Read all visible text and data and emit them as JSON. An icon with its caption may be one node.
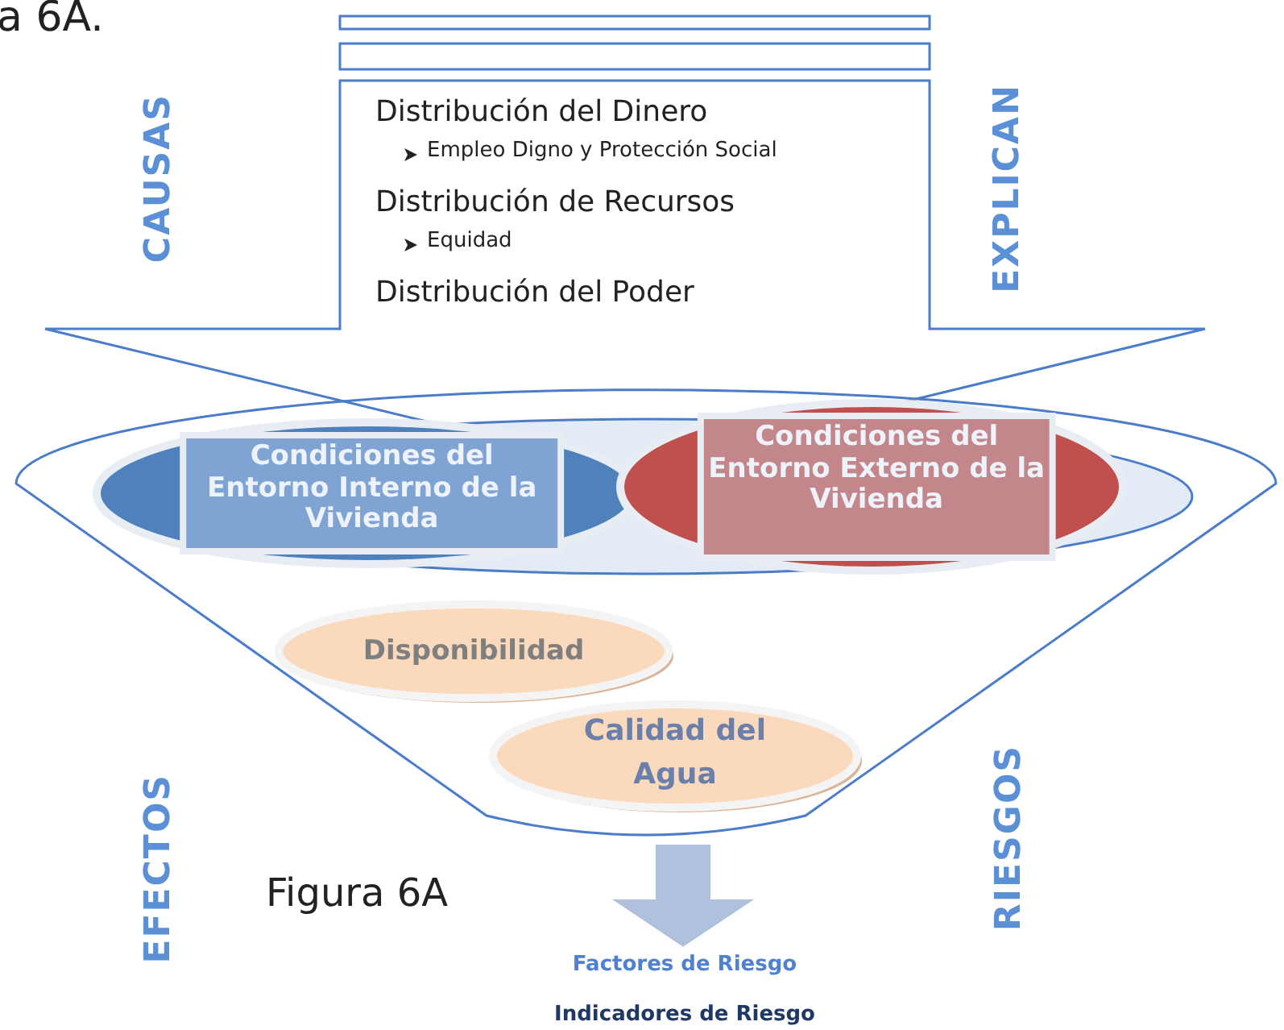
{
  "diagram": {
    "nodes": [
      {
        "text": [],
        "shape": "bar"
      },
      {
        "text": [],
        "shape": "bar"
      },
      {
        "text": [
          "Distribución del Dinero",
          "Empleo Digno y Protección Social",
          "Distribución de Recursos",
          "Equidad",
          "Distribución del Poder"
        ]
      },
      {
        "text": [],
        "shape": "funnel"
      },
      {
        "text": [
          "Condiciones del Entorno Interno de la Vivienda"
        ],
        "in": 3
      },
      {
        "text": [
          "Condiciones del Entorno Externo de la Vivienda"
        ],
        "in": 3
      },
      {
        "text": [
          "Disponibilidad"
        ],
        "in": 3
      },
      {
        "text": [
          "Calidad del Agua"
        ],
        "in": 3
      },
      {
        "text": [
          "Factores de Riesgo"
        ]
      }
    ],
    "edges": [
      {
        "from": 3,
        "to": 8,
        "arrow": "to"
      }
    ],
    "labels": [
      "a 6A.",
      "CAUSAS",
      "EXPLICAN",
      "EFECTOS",
      "RIESGOS",
      "Figura 6A",
      "Indicadores de Riesgo"
    ]
  }
}
